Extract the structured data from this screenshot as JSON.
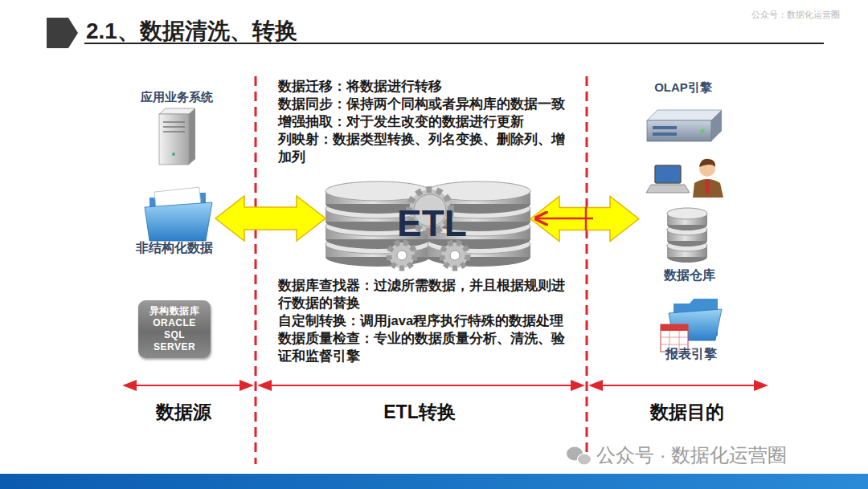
{
  "diagram": {
    "title": "2.1、数据清洗、转换",
    "nodes": [
      {
        "text": [
          "应用业务系统"
        ]
      },
      {
        "text": [
          "非结构化数据"
        ]
      },
      {
        "text": [
          "异构数据库 ORACLE SQL SERVER"
        ]
      },
      {
        "text": [
          "ETL"
        ]
      },
      {
        "text": [
          "OLAP引擎"
        ]
      },
      {
        "text": [
          "数据仓库"
        ]
      },
      {
        "text": [
          "报表引擎"
        ]
      }
    ],
    "edges": [
      {
        "from": 1,
        "to": 3,
        "arrow": "both"
      },
      {
        "from": 3,
        "to": 5,
        "arrow": "both"
      }
    ],
    "labels": [
      "公众号：数据化运营圈",
      "数据迁移：将数据进行转移",
      "数据同步：保持两个同构或者异构库的数据一致",
      "增强抽取：对于发生改变的数据进行更新",
      "列映射：数据类型转换、列名变换、删除列、增加列",
      "数据库查找器：过滤所需数据，并且根据规则进行数据的替换",
      "自定制转换：调用java程序执行特殊的数据处理",
      "数据质量检查：专业的数据质量分析、清洗、验证和监督引擎",
      "数据源",
      "ETL转换",
      "数据目的",
      "公众号 · 数据化运营圈"
    ]
  }
}
